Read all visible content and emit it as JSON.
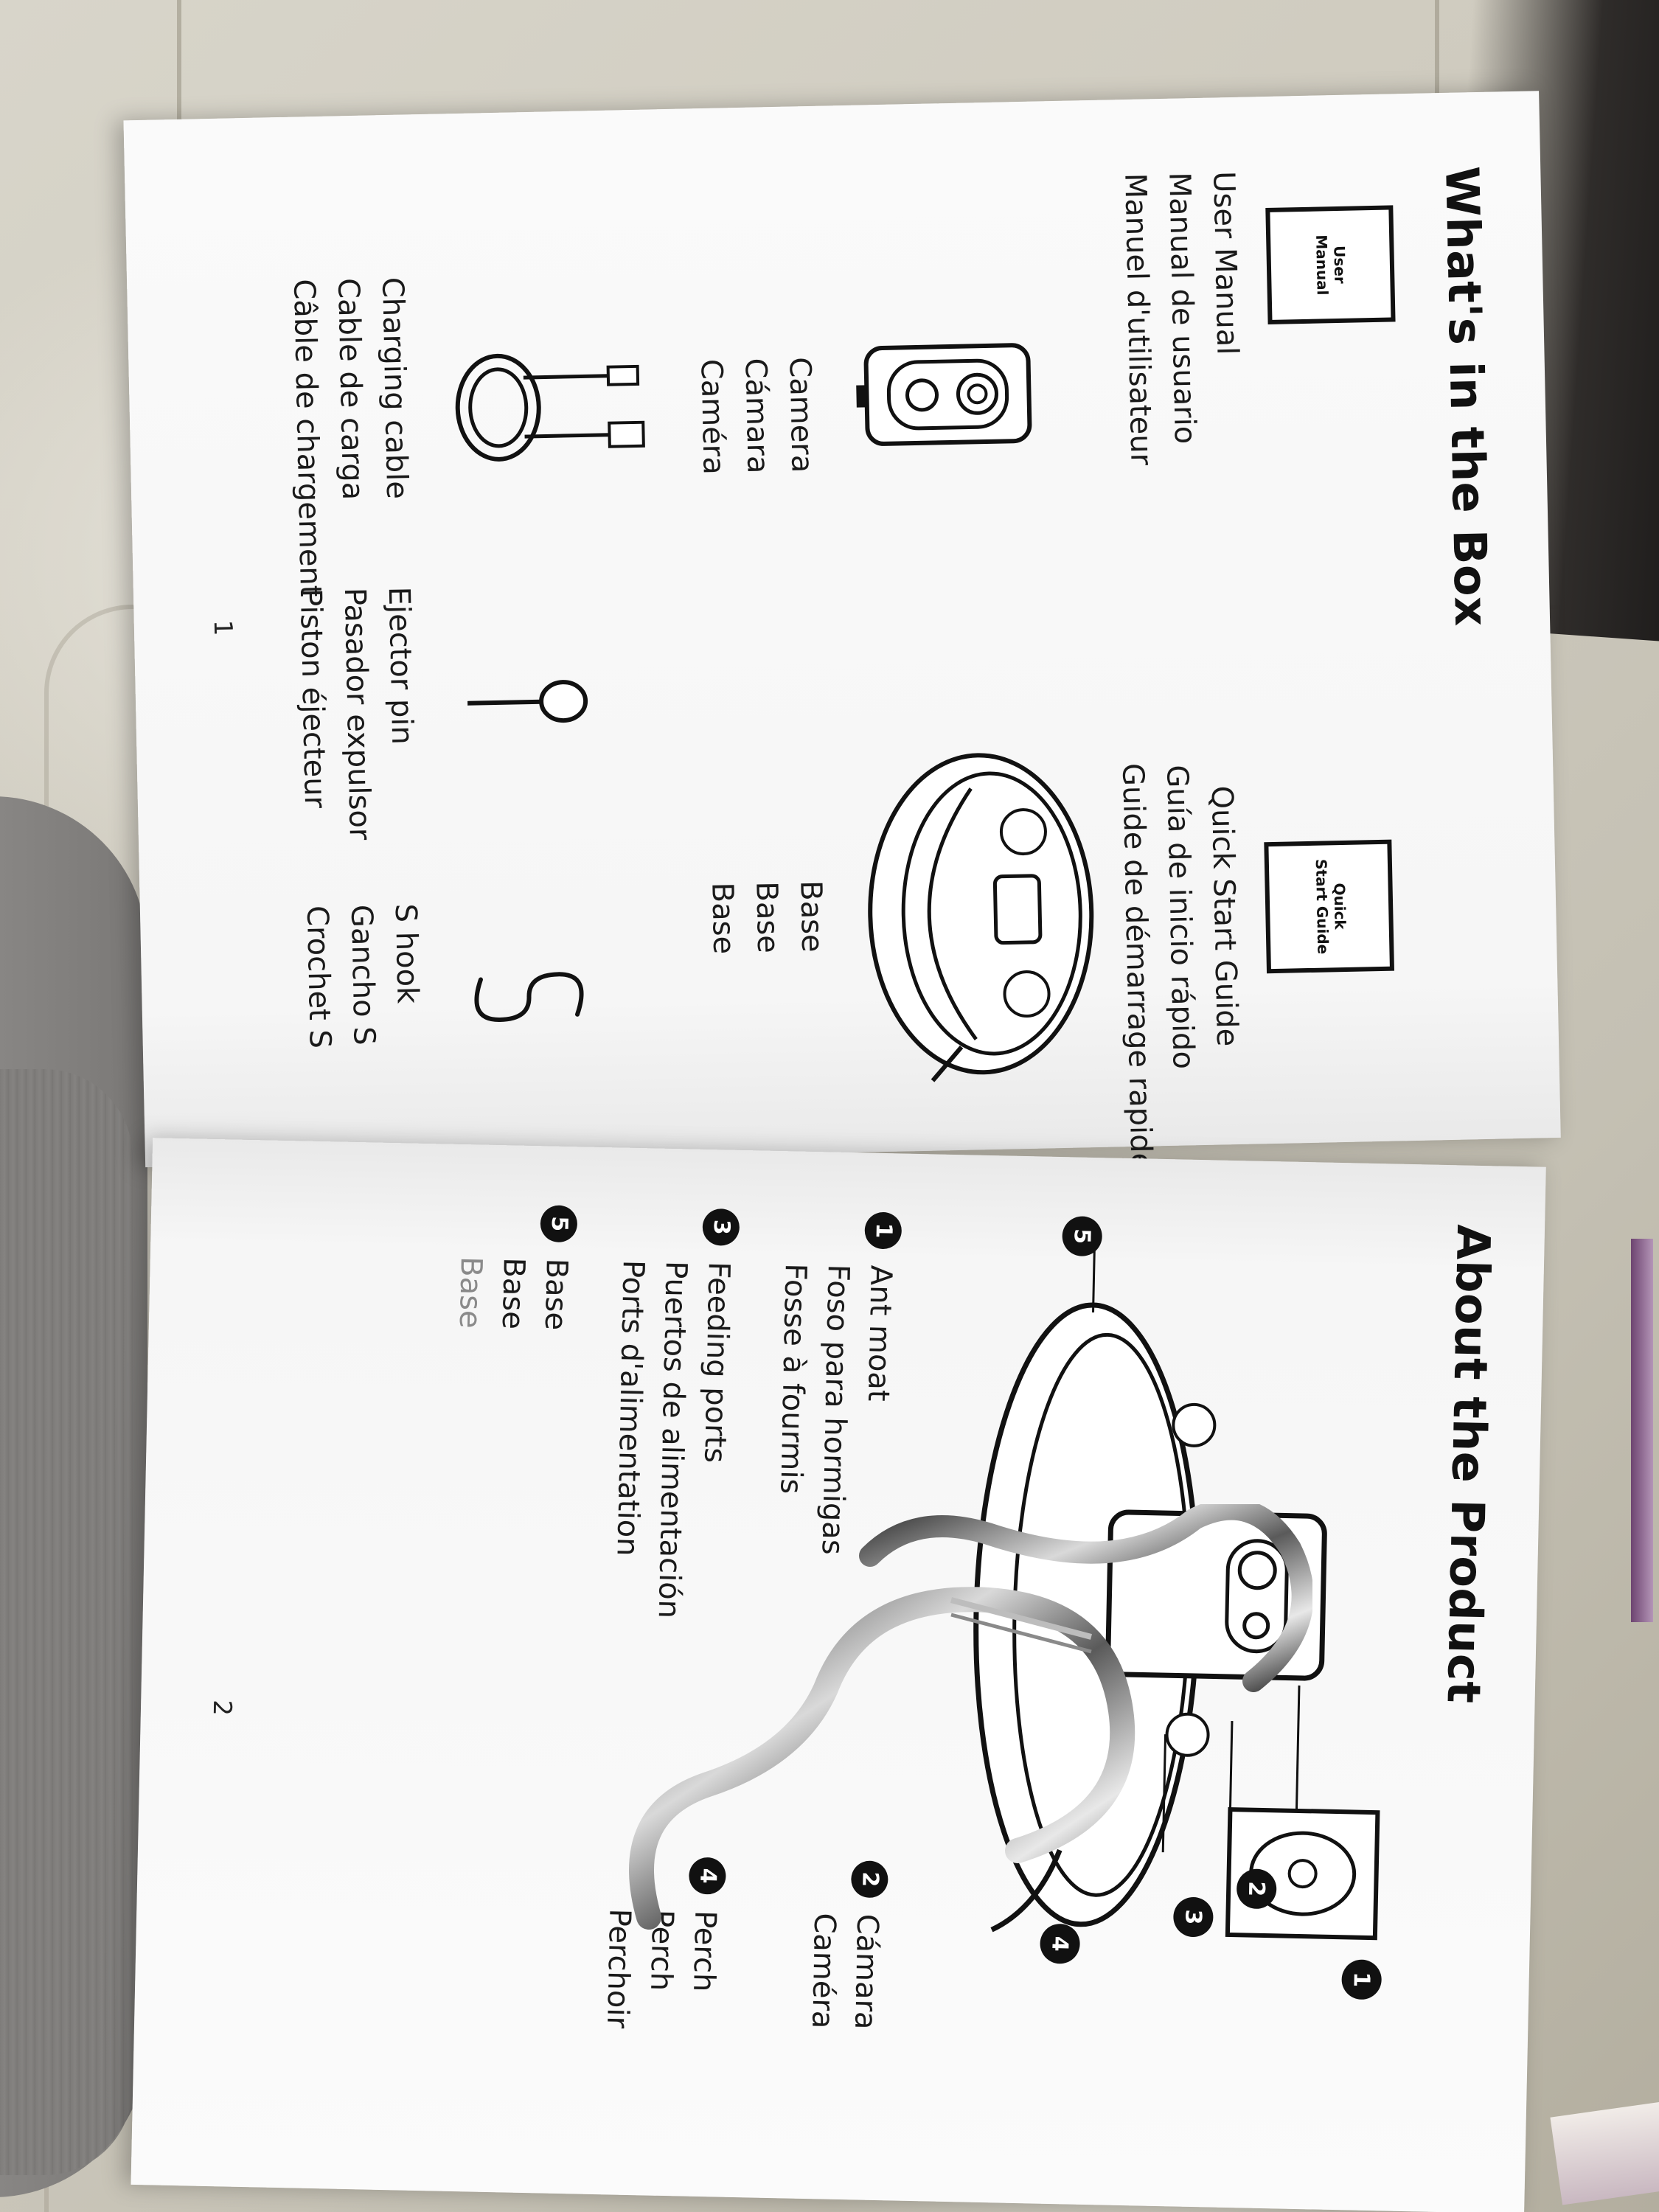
{
  "left_page": {
    "title": "What's in the Box",
    "page_number": "1",
    "items": {
      "user_manual": {
        "box_label": "User Manual",
        "lines": [
          "User Manual",
          "Manual de usuario",
          "Manuel d'utilisateur"
        ]
      },
      "quick_start": {
        "box_label": "Quick Start Guide",
        "lines": [
          "Quick Start Guide",
          "Guía de inicio rápido",
          "Guide de démarrage rapide"
        ]
      },
      "camera": {
        "lines": [
          "Camera",
          "Cámara",
          "Caméra"
        ]
      },
      "base": {
        "lines": [
          "Base",
          "Base",
          "Base"
        ]
      },
      "cable": {
        "lines": [
          "Charging cable",
          "Cable de carga",
          "Câble de chargement"
        ]
      },
      "pin": {
        "lines": [
          "Ejector pin",
          "Pasador expulsor",
          "Piston éjecteur"
        ]
      },
      "hook": {
        "lines": [
          "S hook",
          "Gancho S",
          "Crochet S"
        ]
      }
    }
  },
  "right_page": {
    "title": "About the Product",
    "page_number": "2",
    "parts": [
      {
        "num": "1",
        "lines": [
          "Ant moat",
          "Foso para hormigas",
          "Fosse à fourmis"
        ]
      },
      {
        "num": "2",
        "lines": [
          "Cámara",
          "Caméra"
        ]
      },
      {
        "num": "3",
        "lines": [
          "Feeding ports",
          "Puertos de alimentación",
          "Ports d'alimentation"
        ]
      },
      {
        "num": "4",
        "lines": [
          "Perch",
          "Perch",
          "Perchoir"
        ]
      },
      {
        "num": "5",
        "lines": [
          "Base",
          "Base",
          "Base"
        ]
      }
    ],
    "callouts": [
      "1",
      "2",
      "3",
      "4",
      "5"
    ]
  }
}
